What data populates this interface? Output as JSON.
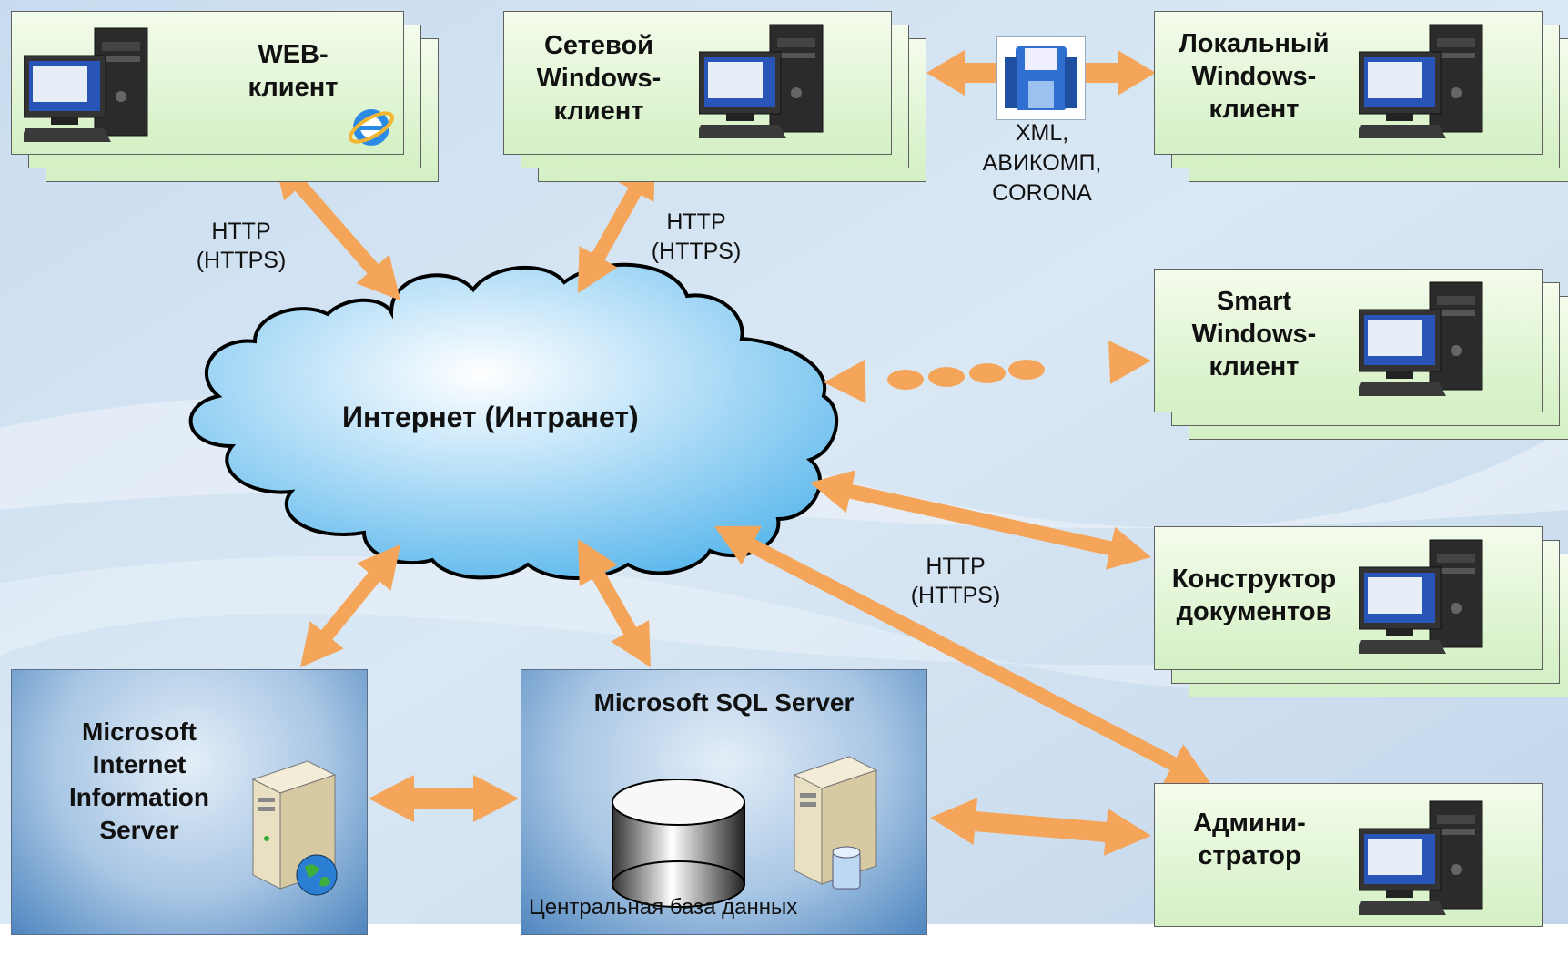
{
  "clients": {
    "web": {
      "label": "WEB-\nклиент"
    },
    "network_windows": {
      "label": "Сетевой\nWindows-\nклиент"
    },
    "local_windows": {
      "label": "Локальный\nWindows-\nклиент"
    },
    "smart_windows": {
      "label": "Smart\nWindows-\nклиент"
    },
    "doc_constructor": {
      "label": "Конструктор\nдокументов"
    },
    "administrator": {
      "label": "Админи-\nстратор"
    }
  },
  "cloud": {
    "label": "Интернет (Интранет)"
  },
  "servers": {
    "iis": {
      "label": "Microsoft\nInternet\nInformation\nServer"
    },
    "sql": {
      "label": "Microsoft SQL Server",
      "db_caption": "Центральная база данных"
    }
  },
  "protocols": {
    "web_link": "HTTP\n(HTTPS)",
    "network_link": "HTTP\n(HTTPS)",
    "right_links": "HTTP\n(HTTPS)",
    "exchange": "XML,\nАВИКОМП,\nCORONA"
  },
  "colors": {
    "arrow": "#f5a55a",
    "card_border": "#606060"
  },
  "icons": [
    "internet-explorer-icon",
    "floppy-disk-icon",
    "desktop-computer-icon",
    "server-icon",
    "database-icon",
    "globe-icon"
  ]
}
